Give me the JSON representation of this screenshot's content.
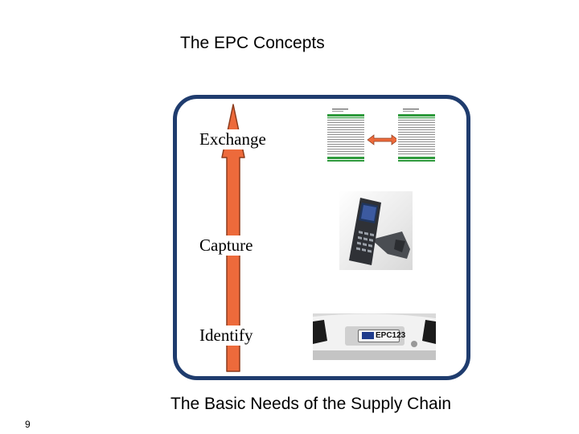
{
  "slide": {
    "title": "The EPC Concepts",
    "subtitle": "The Basic Needs of the Supply Chain",
    "page_number": "9"
  },
  "levels": {
    "exchange": "Exchange",
    "capture": "Capture",
    "identify": "Identify"
  },
  "license_plate": {
    "text": "EPC123"
  },
  "colors": {
    "frame": "#1f3c6e",
    "arrow_fill": "#ed6a3b",
    "arrow_outline": "#8c3b1c",
    "sheet_header": "#2e9a3c"
  },
  "icons": {
    "vertical_arrow": "up-arrow",
    "data_exchange": "double-arrow",
    "scanner": "handheld-rfid-scanner",
    "car": "car-rear-with-plate"
  }
}
